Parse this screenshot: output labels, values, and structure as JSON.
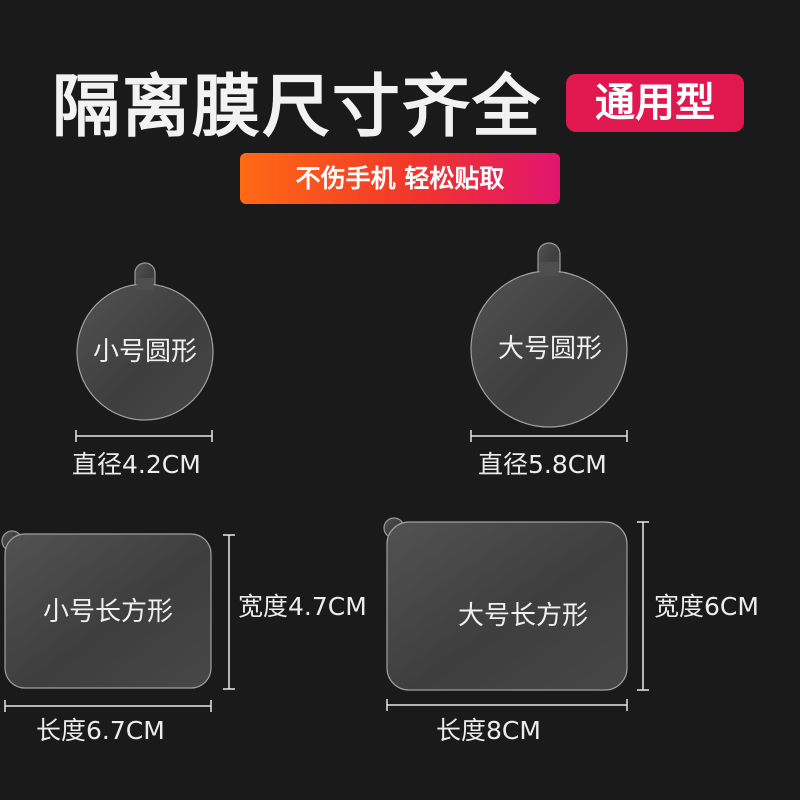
{
  "header": {
    "title": "隔离膜尺寸齐全",
    "badge": "通用型",
    "subtitle": "不伤手机  轻松贴取"
  },
  "shapes": {
    "small_circle": {
      "label": "小号圆形",
      "dimension": "直径4.2CM"
    },
    "large_circle": {
      "label": "大号圆形",
      "dimension": "直径5.8CM"
    },
    "small_rect": {
      "label": "小号长方形",
      "width_dim": "宽度4.7CM",
      "length_dim": "长度6.7CM"
    },
    "large_rect": {
      "label": "大号长方形",
      "width_dim": "宽度6CM",
      "length_dim": "长度8CM"
    }
  },
  "colors": {
    "background": "#1a1a1a",
    "badge": "#e0184f",
    "gradient_start": "#ff6a14",
    "gradient_end": "#e2146e",
    "film": "#4a4a4a"
  }
}
